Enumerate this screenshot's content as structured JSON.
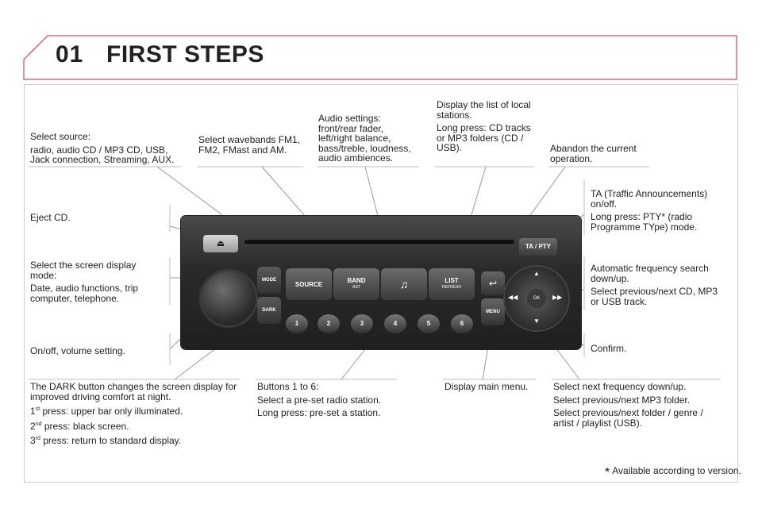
{
  "header": {
    "chapter": "01",
    "title": "FIRST STEPS"
  },
  "labels": {
    "select_source": {
      "line1": "Select source:",
      "line2": "radio, audio CD / MP3 CD, USB, Jack connection, Streaming, AUX."
    },
    "wavebands": "Select wavebands FM1, FM2, FMast and AM.",
    "audio_settings": "Audio settings: front/rear fader, left/right balance, bass/treble, loudness, audio ambiences.",
    "list": {
      "line1": "Display the list of local stations.",
      "line2": "Long press: CD tracks or MP3 folders (CD / USB)."
    },
    "abandon": "Abandon the current operation.",
    "ta": {
      "line1": "TA (Traffic Announcements) on/off.",
      "line2": "Long press: PTY* (radio Programme TYpe) mode."
    },
    "eject": "Eject CD.",
    "screen_mode": {
      "line1": "Select the screen display mode:",
      "line2": "Date, audio functions, trip computer, telephone."
    },
    "auto_search": {
      "line1": "Automatic frequency search down/up.",
      "line2": "Select previous/next CD, MP3 or USB track."
    },
    "onoff": "On/off, volume setting.",
    "confirm": "Confirm.",
    "dark": {
      "intro": "The DARK button changes the screen display for improved driving comfort at night.",
      "l1n": "1",
      "l1s": "st",
      "l1t": " press: upper bar only illuminated.",
      "l2n": "2",
      "l2s": "nd",
      "l2t": " press: black screen.",
      "l3n": "3",
      "l3s": "rd",
      "l3t": " press: return to standard display."
    },
    "buttons16": {
      "line1": "Buttons 1 to 6:",
      "line2": "Select a pre-set radio station.",
      "line3": "Long press: pre-set a station."
    },
    "main_menu": "Display main menu.",
    "next_freq": {
      "line1": "Select next frequency down/up.",
      "line2": "Select previous/next MP3 folder.",
      "line3": "Select previous/next folder / genre / artist / playlist (USB)."
    }
  },
  "radio": {
    "ta_pty": "TA / PTY",
    "mode": "MODE",
    "dark": "DARK",
    "source": "SOURCE",
    "band": "BAND",
    "band_sub": "AST",
    "list": "LIST",
    "list_sub": "REFRESH",
    "menu": "MENU",
    "ok": "OK",
    "numbers": [
      "1",
      "2",
      "3",
      "4",
      "5",
      "6"
    ]
  },
  "footnote": "Available according to version.",
  "colors": {
    "accent": "#d3203a"
  }
}
